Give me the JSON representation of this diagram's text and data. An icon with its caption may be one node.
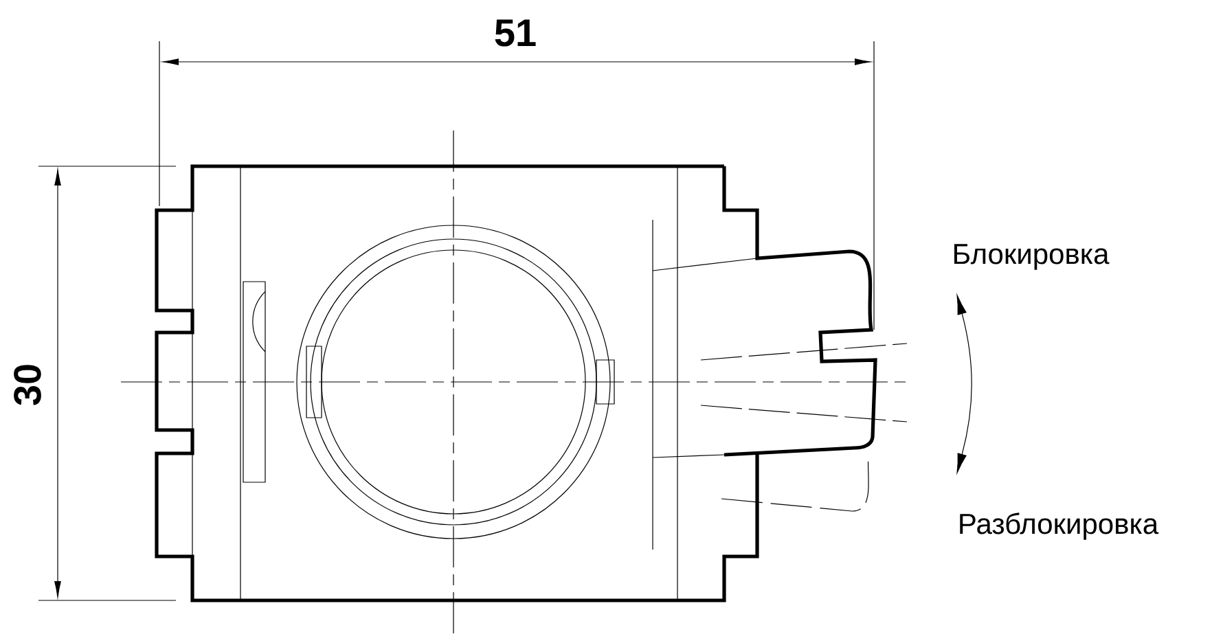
{
  "diagram": {
    "labels": [
      "51",
      "30",
      "Блокировка",
      "Разблокировка"
    ]
  }
}
